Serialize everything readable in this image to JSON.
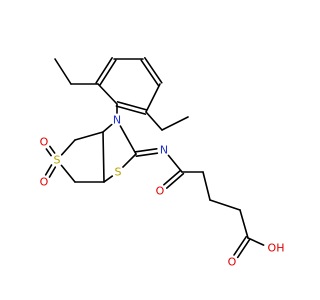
{
  "colors": {
    "bond": "#000000",
    "S": "#b8a000",
    "O": "#e00000",
    "N": "#2030d0",
    "background": "#ffffff"
  },
  "atoms": [
    {
      "id": "c1",
      "element": "C",
      "label": ""
    },
    {
      "id": "c2",
      "element": "C",
      "label": ""
    },
    {
      "id": "c3",
      "element": "C",
      "label": ""
    },
    {
      "id": "c4",
      "element": "C",
      "label": ""
    },
    {
      "id": "c5",
      "element": "C",
      "label": ""
    },
    {
      "id": "c6",
      "element": "C",
      "label": ""
    },
    {
      "id": "c7",
      "element": "C",
      "label": ""
    },
    {
      "id": "c8",
      "element": "C",
      "label": ""
    },
    {
      "id": "c9",
      "element": "C",
      "label": ""
    },
    {
      "id": "c10",
      "element": "C",
      "label": ""
    },
    {
      "id": "c11",
      "element": "C",
      "label": ""
    },
    {
      "id": "s1",
      "element": "S",
      "label": "S"
    },
    {
      "id": "o1",
      "element": "O",
      "label": "O"
    },
    {
      "id": "o2",
      "element": "O",
      "label": "O"
    },
    {
      "id": "c12",
      "element": "C",
      "label": ""
    },
    {
      "id": "c13",
      "element": "C",
      "label": ""
    },
    {
      "id": "n1",
      "element": "N",
      "label": "N"
    },
    {
      "id": "c14",
      "element": "C",
      "label": ""
    },
    {
      "id": "s2",
      "element": "S",
      "label": "S"
    },
    {
      "id": "c15",
      "element": "C",
      "label": ""
    },
    {
      "id": "n2",
      "element": "N",
      "label": "N"
    },
    {
      "id": "c16",
      "element": "C",
      "label": ""
    },
    {
      "id": "o3",
      "element": "O",
      "label": "O"
    },
    {
      "id": "c17",
      "element": "C",
      "label": ""
    },
    {
      "id": "c18",
      "element": "C",
      "label": ""
    },
    {
      "id": "c19",
      "element": "C",
      "label": ""
    },
    {
      "id": "c20",
      "element": "C",
      "label": ""
    },
    {
      "id": "o4",
      "element": "O",
      "label": "O"
    },
    {
      "id": "o5",
      "element": "O",
      "label": "OH"
    }
  ],
  "bonds": [
    [
      "c1",
      "c2",
      1
    ],
    [
      "c2",
      "c3",
      2
    ],
    [
      "c3",
      "c4",
      1
    ],
    [
      "c4",
      "c5",
      2
    ],
    [
      "c5",
      "c6",
      1
    ],
    [
      "c6",
      "c1",
      2
    ],
    [
      "c2",
      "c7",
      1
    ],
    [
      "c7",
      "c8",
      1
    ],
    [
      "c6",
      "c9",
      1
    ],
    [
      "c9",
      "c10",
      1
    ],
    [
      "c1",
      "n1",
      1
    ],
    [
      "c12",
      "c11",
      1
    ],
    [
      "c11",
      "s1",
      1
    ],
    [
      "s1",
      "c15",
      1
    ],
    [
      "c15",
      "c13",
      1
    ],
    [
      "c13",
      "c12",
      1
    ],
    [
      "s1",
      "o1",
      2
    ],
    [
      "s1",
      "o2",
      2
    ],
    [
      "c12",
      "n1",
      1
    ],
    [
      "n1",
      "c14",
      1
    ],
    [
      "c14",
      "s2",
      1
    ],
    [
      "s2",
      "c13",
      1
    ],
    [
      "c14",
      "n2",
      2
    ],
    [
      "n2",
      "c16",
      1
    ],
    [
      "c16",
      "o3",
      2
    ],
    [
      "c16",
      "c17",
      1
    ],
    [
      "c17",
      "c18",
      1
    ],
    [
      "c18",
      "c19",
      1
    ],
    [
      "c19",
      "c20",
      1
    ],
    [
      "c20",
      "o4",
      2
    ],
    [
      "c20",
      "o5",
      1
    ]
  ]
}
